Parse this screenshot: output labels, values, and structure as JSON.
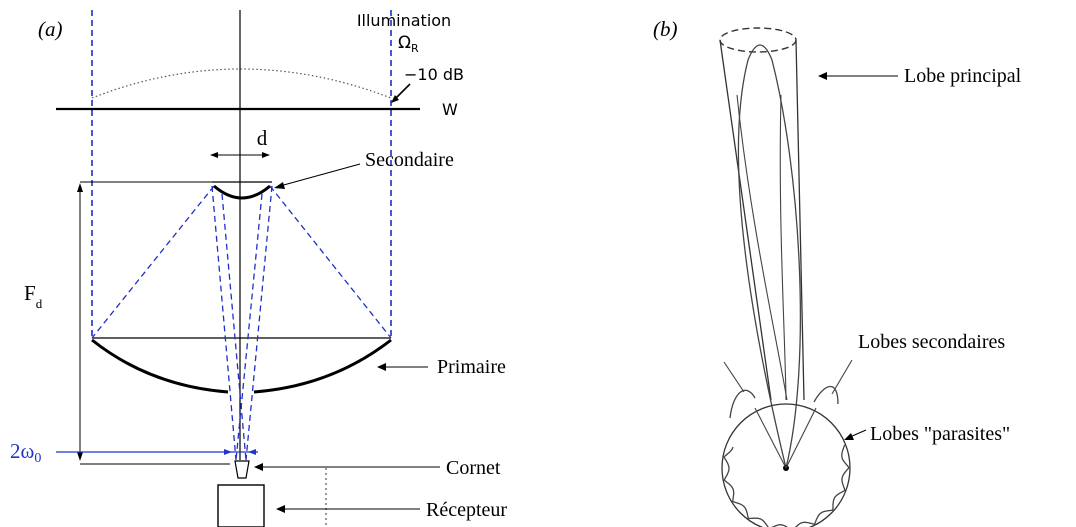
{
  "panel_a": {
    "label": "(a)",
    "illumination_line1": "Illumination",
    "illumination_line2": "Ω",
    "illumination_sub": "R",
    "db_label": "−10 dB",
    "w_label": "W",
    "d_label": "d",
    "fd_label": "F",
    "fd_sub": "d",
    "omega_label": "2ω",
    "omega_sub": "0",
    "secondaire": "Secondaire",
    "primaire": "Primaire",
    "cornet": "Cornet",
    "recepteur": "Récepteur"
  },
  "panel_b": {
    "label": "(b)",
    "lobe_principal": "Lobe principal",
    "lobes_secondaires": "Lobes secondaires",
    "lobes_parasites": "Lobes \"parasites\""
  },
  "colors": {
    "beam_dashed": "#1f2fc8",
    "omega_text": "#2233cc",
    "ink": "#000000"
  }
}
